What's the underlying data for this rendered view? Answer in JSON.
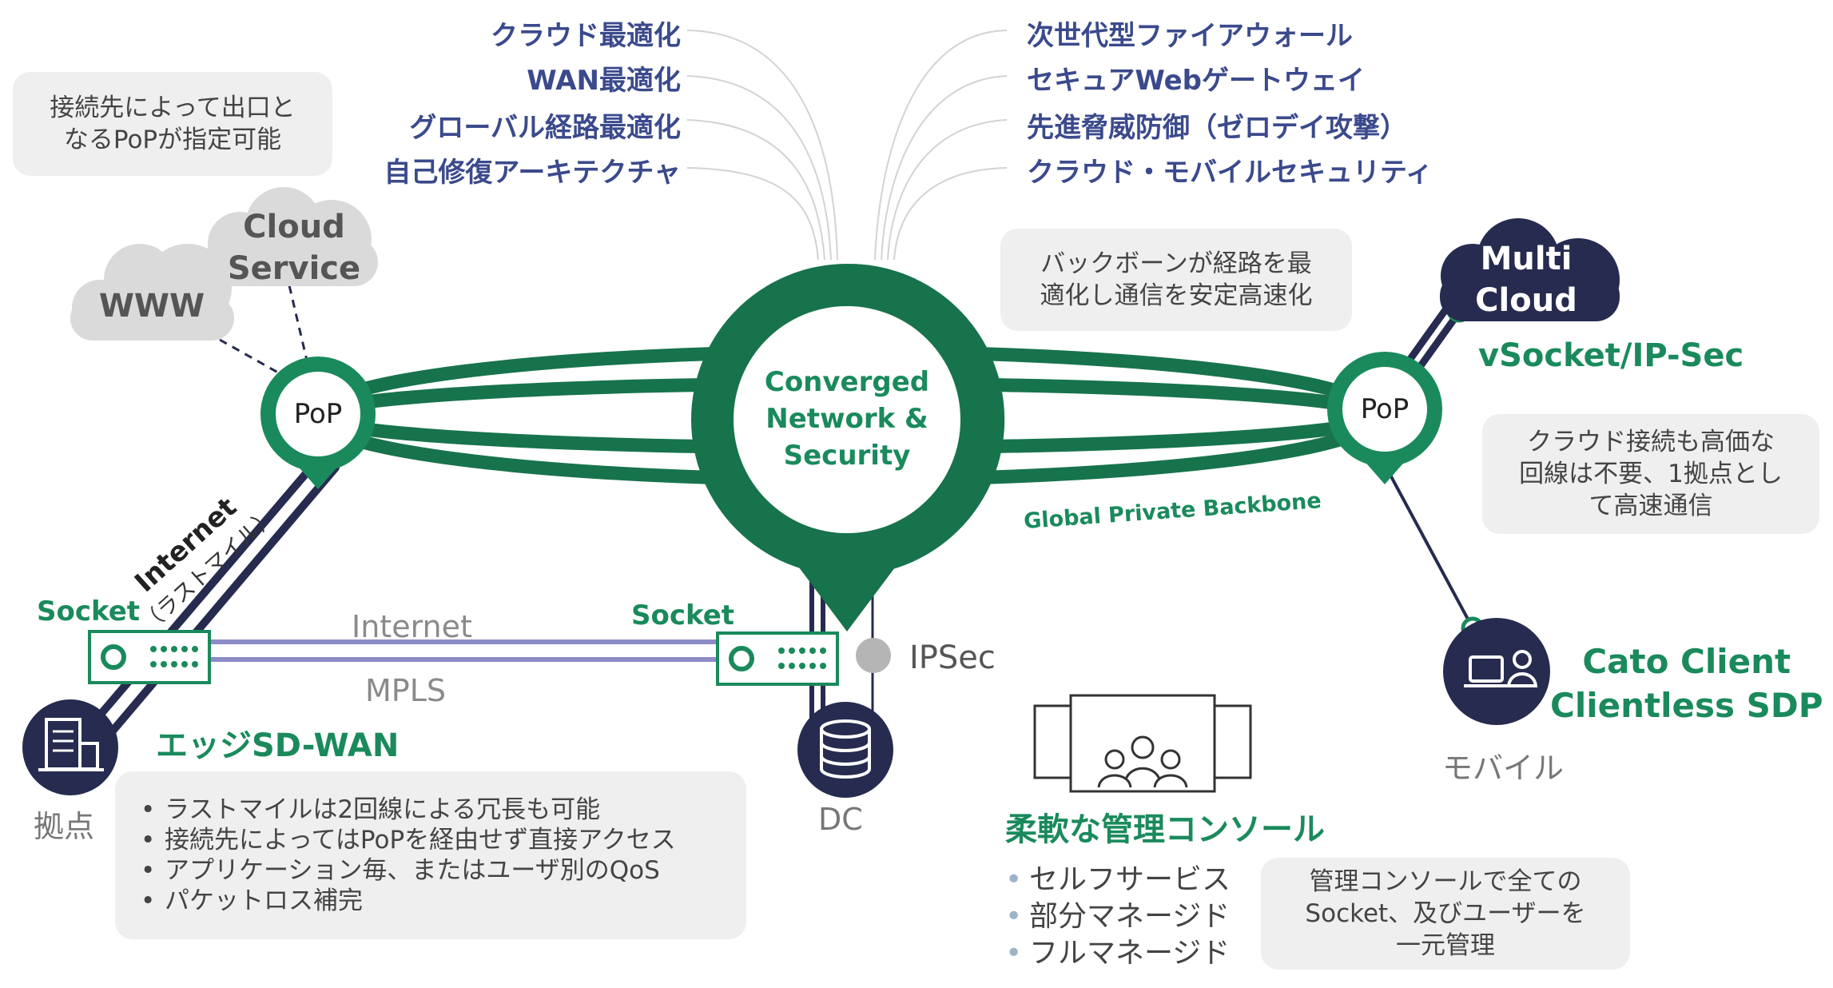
{
  "center": {
    "line1": "Converged",
    "line2": "Network &",
    "line3": "Security"
  },
  "left_features": [
    "クラウド最適化",
    "WAN最適化",
    "グローバル経路最適化",
    "自己修復アーキテクチャ"
  ],
  "right_features": [
    "次世代型ファイアウォール",
    "セキュアWebゲートウェイ",
    "先進脅威防御（ゼロデイ攻撃）",
    "クラウド・モバイルセキュリティ"
  ],
  "note_egress": {
    "line1": "接続先によって出口と",
    "line2": "なるPoPが指定可能"
  },
  "note_backbone": {
    "line1": "バックボーンが経路を最",
    "line2": "適化し通信を安定高速化"
  },
  "note_cloud": {
    "line1": "クラウド接続も高価な",
    "line2": "回線は不要、1拠点とし",
    "line3": "て高速通信"
  },
  "note_console": {
    "line1": "管理コンソールで全ての",
    "line2": "Socket、及びユーザーを",
    "line3": "一元管理"
  },
  "cloud_www": "WWW",
  "cloud_service": {
    "line1": "Cloud",
    "line2": "Service"
  },
  "multi_cloud": {
    "line1": "Multi",
    "line2": "Cloud"
  },
  "pop_left": "PoP",
  "pop_right": "PoP",
  "internet_lastmile": {
    "line1": "Internet",
    "line2": "（ラストマイル）"
  },
  "backbone_label": "Global Private Backbone",
  "vsocket": "vSocket/IP-Sec",
  "socket_left": "Socket",
  "socket_right": "Socket",
  "wan_internet": "Internet",
  "wan_mpls": "MPLS",
  "ipsec": "IPSec",
  "branch_label": "拠点",
  "dc_label": "DC",
  "mobile_label": "モバイル",
  "cato_client": {
    "line1": "Cato Client",
    "line2": "Clientless SDP"
  },
  "edge_title": "エッジSD-WAN",
  "edge_bullets": [
    "ラストマイルは2回線による冗長も可能",
    "接続先によってはPoPを経由せず直接アクセス",
    "アプリケーション毎、またはユーザ別のQoS",
    "パケットロス補完"
  ],
  "console_title": "柔軟な管理コンソール",
  "console_bullets": [
    "セルフサービス",
    "部分マネージド",
    "フルマネージド"
  ],
  "colors": {
    "green": "#1a8a5c",
    "dark_green": "#17734c",
    "navy": "#262b4f",
    "feature_blue": "#3b4a8c",
    "wan_purple": "#8c8cc8"
  }
}
